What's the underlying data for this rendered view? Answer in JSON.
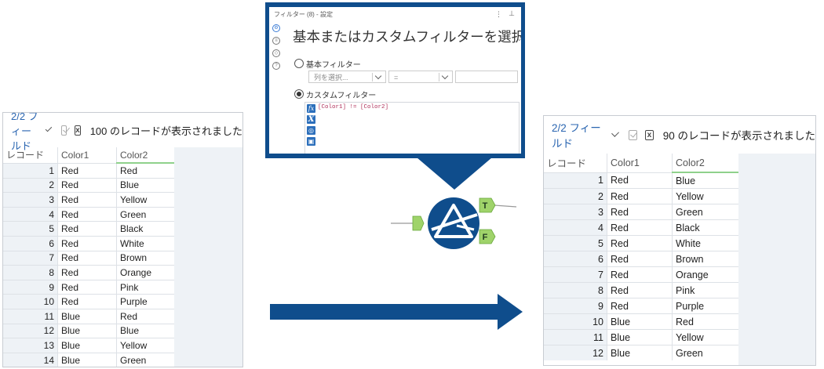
{
  "left_results": {
    "fields_label": "2/2 フィールド",
    "message": "100 のレコードが表示されました",
    "headers": [
      "レコード",
      "Color1",
      "Color2"
    ],
    "rows": [
      [
        "1",
        "Red",
        "Red"
      ],
      [
        "2",
        "Red",
        "Blue"
      ],
      [
        "3",
        "Red",
        "Yellow"
      ],
      [
        "4",
        "Red",
        "Green"
      ],
      [
        "5",
        "Red",
        "Black"
      ],
      [
        "6",
        "Red",
        "White"
      ],
      [
        "7",
        "Red",
        "Brown"
      ],
      [
        "8",
        "Red",
        "Orange"
      ],
      [
        "9",
        "Red",
        "Pink"
      ],
      [
        "10",
        "Red",
        "Purple"
      ],
      [
        "11",
        "Blue",
        "Red"
      ],
      [
        "12",
        "Blue",
        "Blue"
      ],
      [
        "13",
        "Blue",
        "Yellow"
      ],
      [
        "14",
        "Blue",
        "Green"
      ]
    ]
  },
  "right_results": {
    "fields_label": "2/2 フィールド",
    "message": "90 のレコードが表示されました",
    "headers": [
      "レコード",
      "Color1",
      "Color2"
    ],
    "rows": [
      [
        "1",
        "Red",
        "Blue"
      ],
      [
        "2",
        "Red",
        "Yellow"
      ],
      [
        "3",
        "Red",
        "Green"
      ],
      [
        "4",
        "Red",
        "Black"
      ],
      [
        "5",
        "Red",
        "White"
      ],
      [
        "6",
        "Red",
        "Brown"
      ],
      [
        "7",
        "Red",
        "Orange"
      ],
      [
        "8",
        "Red",
        "Pink"
      ],
      [
        "9",
        "Red",
        "Purple"
      ],
      [
        "10",
        "Blue",
        "Red"
      ],
      [
        "11",
        "Blue",
        "Yellow"
      ],
      [
        "12",
        "Blue",
        "Green"
      ]
    ]
  },
  "config": {
    "window_title": "フィルター (8) - 設定",
    "heading": "基本またはカスタムフィルターを選択",
    "basic_filter_label": "基本フィルター",
    "column_placeholder": "列を選択...",
    "operator_value": "=",
    "custom_filter_label": "カスタムフィルター",
    "expression": "[Color1] != [Color2]",
    "selected_mode": "custom"
  },
  "tool": {
    "true_anchor": "T",
    "false_anchor": "F"
  },
  "colors": {
    "brand_blue": "#0f4d8c",
    "anchor_green": "#9fd36a",
    "link_blue": "#2b66b1"
  }
}
